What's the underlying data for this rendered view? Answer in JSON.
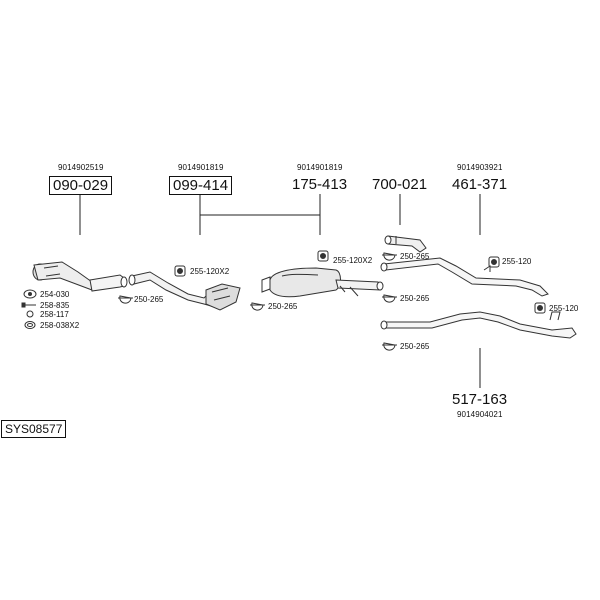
{
  "diagram_id": "SYS08577",
  "groups": [
    {
      "oem": "9014902519",
      "part": "090-029"
    },
    {
      "oem": "9014901819",
      "part": "099-414"
    },
    {
      "oem": "9014901819",
      "part": "175-413"
    },
    {
      "oem": "",
      "part": "700-021"
    },
    {
      "oem": "9014903921",
      "part": "461-371"
    },
    {
      "oem": "9014904021",
      "part": "517-163"
    }
  ],
  "accessories": {
    "a1": "254-030",
    "a2": "258-835",
    "a3": "258-117",
    "a4": "258-038X2",
    "c1": "255-120X2",
    "c2": "250-265",
    "c3": "250-265",
    "c4": "255-120X2",
    "c5": "250-265",
    "c6": "250-265",
    "c7": "255-120",
    "c8": "255-120",
    "c9": "250-265"
  }
}
